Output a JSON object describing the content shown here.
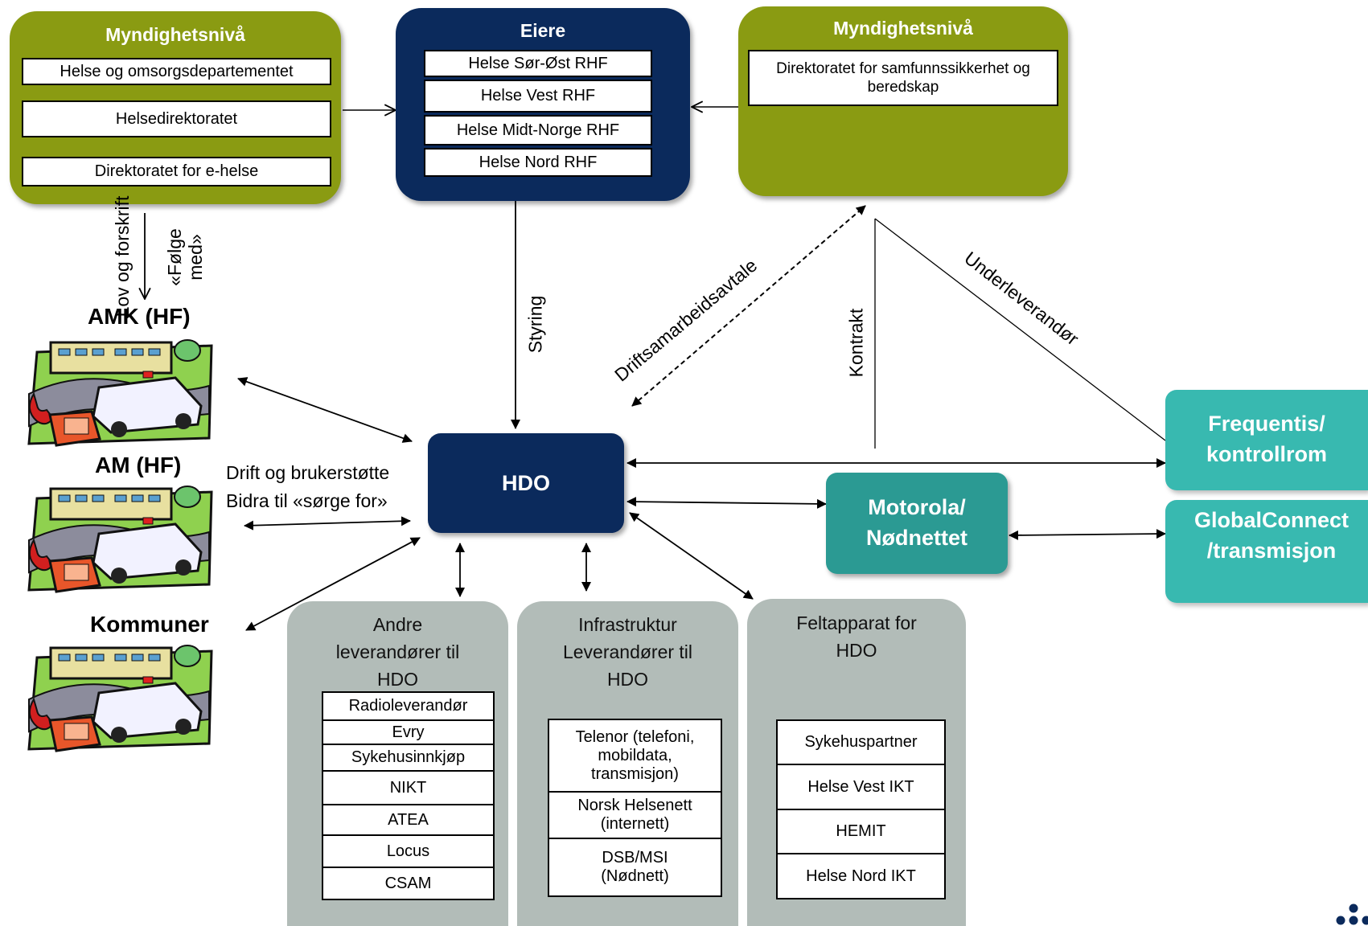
{
  "colors": {
    "authority": "#8a9b12",
    "owners": "#0b2a5c",
    "motorola": "#2b9a93",
    "vendors_right": "#38b9b0",
    "suppliers": "#b2bcb8"
  },
  "authority_left": {
    "title": "Myndighetsnivå",
    "items": [
      "Helse og  omsorgsdepartementet",
      "Helsedirektoratet",
      "Direktoratet for e-helse"
    ]
  },
  "owners": {
    "title": "Eiere",
    "items": [
      "Helse  Sør-Øst RHF",
      "Helse Vest RHF",
      "Helse Midt-Norge RHF",
      "Helse Nord RHF"
    ]
  },
  "authority_right": {
    "title": "Myndighetsnivå",
    "items": [
      "Direktoratet for samfunnssikkerhet og beredskap"
    ]
  },
  "labels": {
    "lov_og_forskrift": "Lov og forskrift",
    "folge_med": "«Følge med»",
    "styring": "Styring",
    "driftsamarbeidsavtale": "Driftsamarbeidsavtale",
    "kontrakt": "Kontrakt",
    "underleverandor": "Underleverandør",
    "drift_og_brukerstotte": "Drift og brukerstøtte",
    "bidra_til": "Bidra til «sørge for»"
  },
  "left_units": [
    {
      "label": "AMK (HF)",
      "icon": "ambulance-dispatch-icon"
    },
    {
      "label": "AM (HF)",
      "icon": "ambulance-dispatch-icon"
    },
    {
      "label": "Kommuner",
      "icon": "ambulance-dispatch-icon"
    }
  ],
  "hdo": {
    "label": "HDO"
  },
  "motorola": {
    "label": "Motorola/ Nødnettet"
  },
  "frequentis": {
    "label": "Frequentis/ kontrollrom"
  },
  "globalconnect": {
    "label": "GlobalConnect /transmisjon"
  },
  "andre": {
    "title": "Andre leverandører til HDO",
    "items": [
      "Radioleverandør",
      "Evry",
      "Sykehusinnkjøp",
      "NIKT",
      "ATEA",
      "Locus",
      "CSAM"
    ]
  },
  "infra": {
    "title": "Infrastruktur Leverandører til HDO",
    "items": [
      "Telenor (telefoni, mobildata, transmisjon)",
      "Norsk Helsenett (internett)",
      "DSB/MSI (Nødnett)"
    ]
  },
  "felt": {
    "title": "Feltapparat for HDO",
    "items": [
      "Sykehuspartner",
      "Helse Vest IKT",
      "HEMIT",
      "Helse Nord IKT"
    ]
  }
}
